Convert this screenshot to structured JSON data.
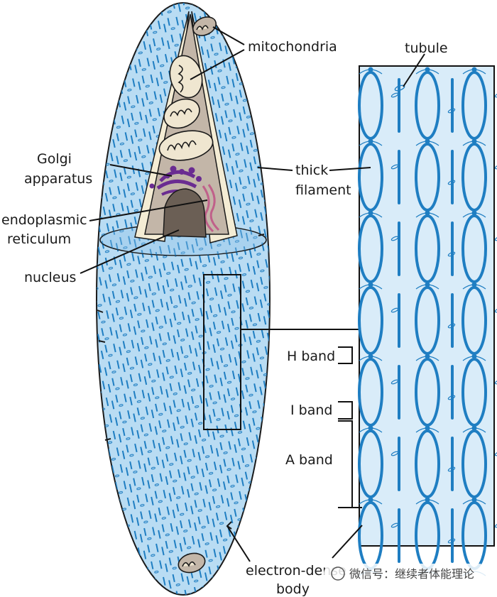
{
  "labels": {
    "mitochondria": "mitochondria",
    "tubule": "tubule",
    "golgi_1": "Golgi",
    "golgi_2": "apparatus",
    "thick_1": "thick",
    "thick_2": "filament",
    "er_1": "endoplasmic",
    "er_2": "reticulum",
    "nucleus": "nucleus",
    "h_band": "H band",
    "i_band": "I band",
    "a_band": "A band",
    "edb_1": "electron-dense",
    "edb_2": "body"
  },
  "watermark": {
    "text": "微信号：继续者体能理论"
  },
  "colors": {
    "cytoplasm": "#b9dcf3",
    "filament": "#1f7ec2",
    "nucleus": "#6b5f55",
    "golgi": "#6a2c91",
    "er": "#c0608a",
    "cut_section": "#c3b6a8"
  }
}
